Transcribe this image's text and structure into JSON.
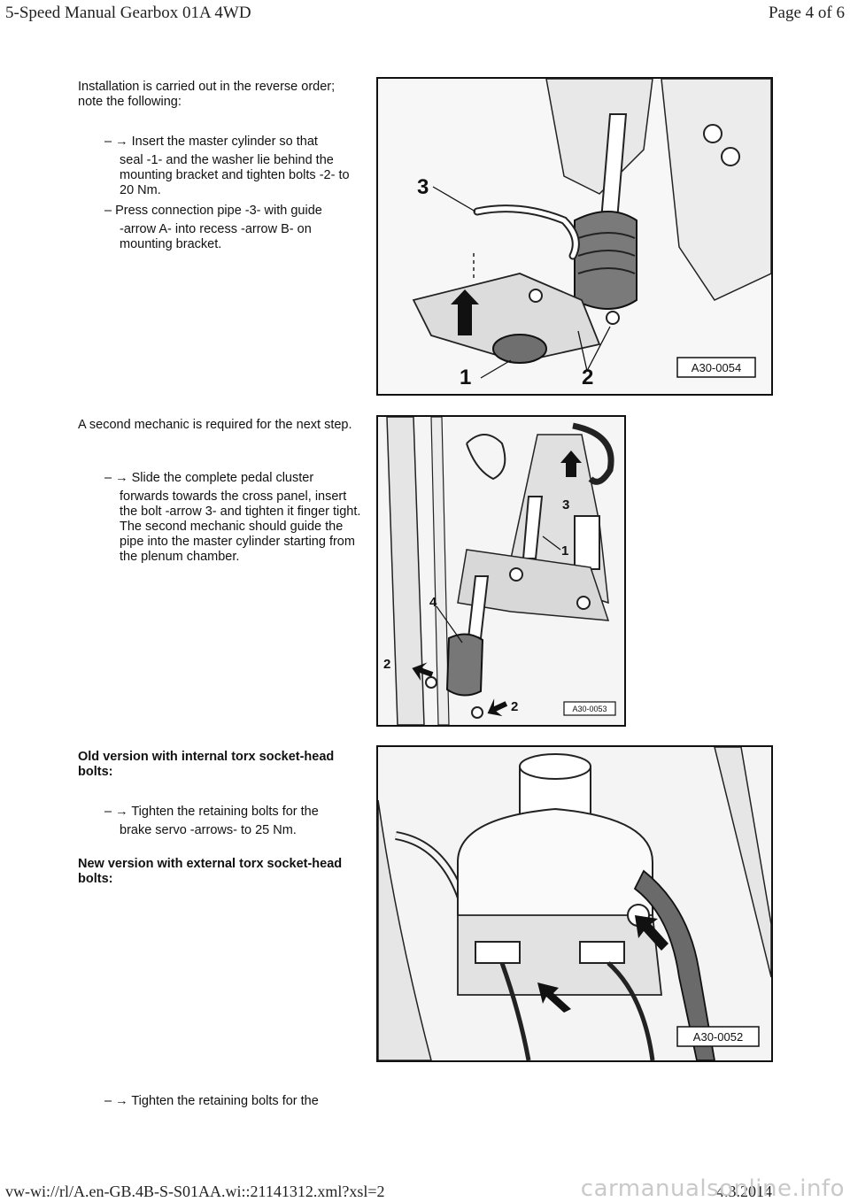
{
  "header": {
    "title": "5-Speed Manual Gearbox 01A 4WD",
    "page": "Page 4 of 6"
  },
  "footer": {
    "url": "vw-wi://rl/A.en-GB.4B-S-S01AA.wi::21141312.xml?xsl=2",
    "date": "4.3.2014",
    "watermark": "carmanualsonline.info"
  },
  "section1": {
    "intro": "Installation is carried out in the reverse order; note the following:",
    "step1_first": "– → Insert the master cylinder so that",
    "step1_cont": "seal -1- and the washer lie behind the mounting bracket and tighten bolts -2- to 20 Nm.",
    "step2_first": "– Press connection pipe -3- with guide",
    "step2_cont": "-arrow A- into recess -arrow B- on mounting bracket.",
    "figure": {
      "code": "A30-0054",
      "labels": [
        "3",
        "1",
        "2"
      ]
    }
  },
  "section2": {
    "intro": "A second mechanic is required for the next step.",
    "step_first": "– → Slide the complete pedal cluster",
    "step_cont": "forwards towards the cross panel, insert the bolt -arrow 3- and tighten it finger tight. The second mechanic should guide the pipe into the master cylinder starting from the plenum chamber.",
    "figure": {
      "code": "A30-0053",
      "labels": [
        "3",
        "1",
        "4",
        "2",
        "2"
      ]
    }
  },
  "section3": {
    "old_heading": "Old version with internal torx socket-head bolts:",
    "step_first": "– → Tighten the retaining bolts for the",
    "step_cont": "brake servo -arrows- to 25 Nm.",
    "new_heading": "New version with external torx socket-head bolts:",
    "figure": {
      "code": "A30-0052"
    }
  },
  "section4": {
    "step_first": "– → Tighten the retaining bolts for the"
  }
}
